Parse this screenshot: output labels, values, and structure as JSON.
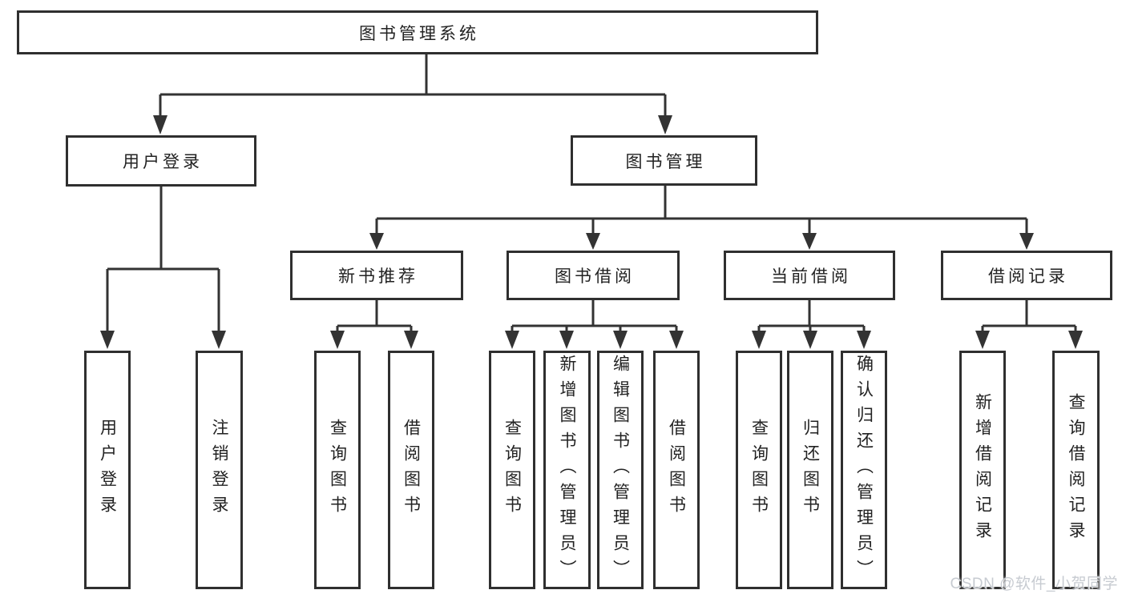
{
  "nodes": {
    "root": "图书管理系统",
    "user_login": "用户登录",
    "book_mgmt": "图书管理",
    "new_rec": "新书推荐",
    "book_borrow": "图书借阅",
    "curr_borrow": "当前借阅",
    "borrow_rec": "借阅记录",
    "leaf_user_login": "用户登录",
    "leaf_logout": "注销登录",
    "leaf_query_book_newrec": "查询图书",
    "leaf_borrow_book_newrec": "借阅图书",
    "leaf_query_book_borrow": "查询图书",
    "leaf_add_book_admin": "新增图书（管理员）",
    "leaf_edit_book_admin": "编辑图书（管理员）",
    "leaf_borrow_book_borrow": "借阅图书",
    "leaf_query_book_curr": "查询图书",
    "leaf_return_book": "归还图书",
    "leaf_confirm_return_admin": "确认归还（管理员）",
    "leaf_add_borrow_record": "新增借阅记录",
    "leaf_query_borrow_record": "查询借阅记录"
  },
  "watermark": {
    "text": "CSDN @软件_小贺同学"
  },
  "colors": {
    "line": "#333333",
    "box_border": "#2f2f2f",
    "text": "#222222",
    "background": "#ffffff",
    "watermark": "#c7cbd1"
  }
}
